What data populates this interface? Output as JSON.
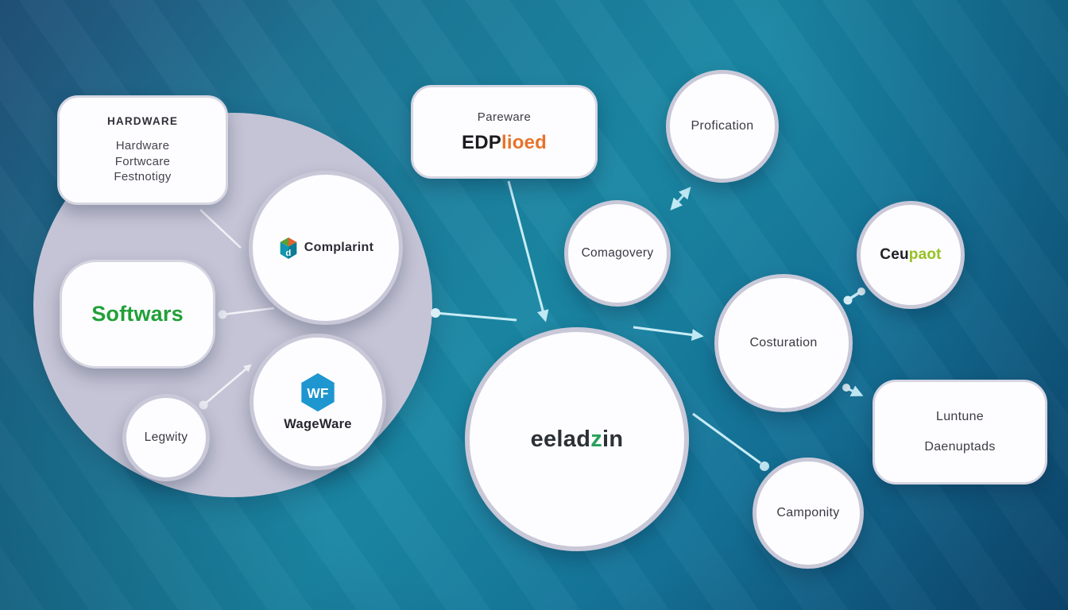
{
  "background": {
    "teal_base": "#1a87a3",
    "dark_blue_corner": "#0e4f79",
    "cluster_fill": "#c5c4d6",
    "connector_light": "#c8ecf6",
    "connector_white": "#f2f2f8"
  },
  "nodes": {
    "hardware": {
      "title": "HARDWARE",
      "lines": [
        "Hardware",
        "Fortwcare",
        "Festnotigy"
      ]
    },
    "complarint": {
      "label": "Complarint",
      "icon": "cube-logo-icon"
    },
    "softwars": {
      "label": "Softwars",
      "brand_color": "#21a038"
    },
    "wageware": {
      "label": "WageWare",
      "logo_letters": "WF",
      "logo_color": "#1e96cf"
    },
    "legwity": {
      "label": "Legwity"
    },
    "pareware": {
      "title": "Pareware",
      "brand_dark": "EDP",
      "brand_orange": "lioed",
      "orange_color": "#e8732a"
    },
    "profication": {
      "label": "Profication"
    },
    "comagovery": {
      "label": "Comagovery"
    },
    "ceupaot": {
      "brand_dark": "Ceu",
      "brand_green": "paot",
      "green_color": "#96c121"
    },
    "costuration": {
      "label": "Costuration"
    },
    "eeladzin": {
      "pre": "eelad",
      "accent": "z",
      "post": "in",
      "accent_color": "#27a05c"
    },
    "luntune": {
      "lines": [
        "Luntune",
        "Daenuptads"
      ]
    },
    "camponity": {
      "label": "Camponity"
    }
  }
}
